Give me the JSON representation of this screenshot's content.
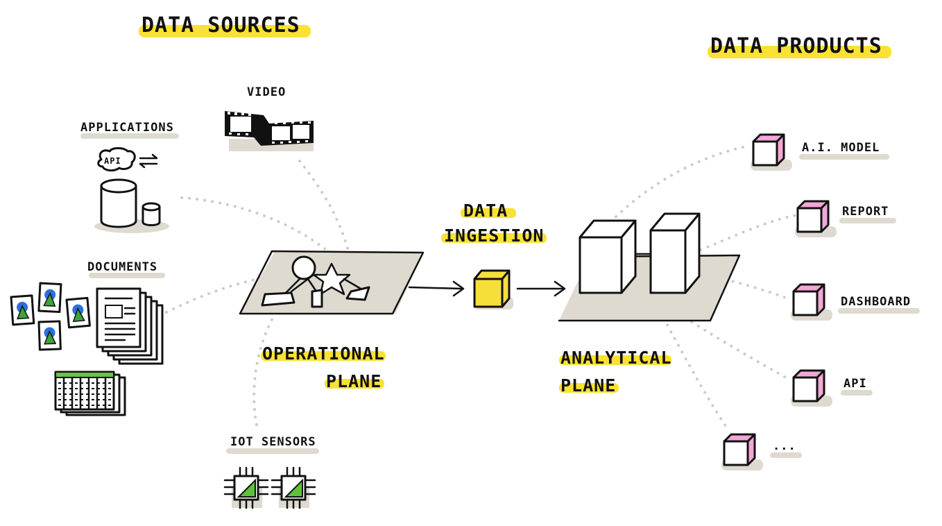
{
  "headings": {
    "sources": "DATA SOURCES",
    "products": "DATA PRODUCTS"
  },
  "sources": {
    "video": "VIDEO",
    "applications": "APPLICATIONS",
    "api_badge": "API",
    "documents": "DOCUMENTS",
    "iot": "IOT SENSORS"
  },
  "planes": {
    "operational_line1": "OPERATIONAL",
    "operational_line2": "PLANE",
    "ingestion_line1": "DATA",
    "ingestion_line2": "INGESTION",
    "analytical_line1": "ANALYTICAL",
    "analytical_line2": "PLANE"
  },
  "products": [
    {
      "label": "A.I. MODEL"
    },
    {
      "label": "REPORT"
    },
    {
      "label": "DASHBOARD"
    },
    {
      "label": "API"
    },
    {
      "label": "..."
    }
  ],
  "colors": {
    "highlight": "#f9e233",
    "product_cube": "#f2a7d6",
    "ingestion_cube": "#f7df3a",
    "sensor_green": "#5ec13a",
    "doc_blue": "#2d6fe0",
    "doc_green": "#3ea33a",
    "sheet_green": "#6cc24a"
  }
}
